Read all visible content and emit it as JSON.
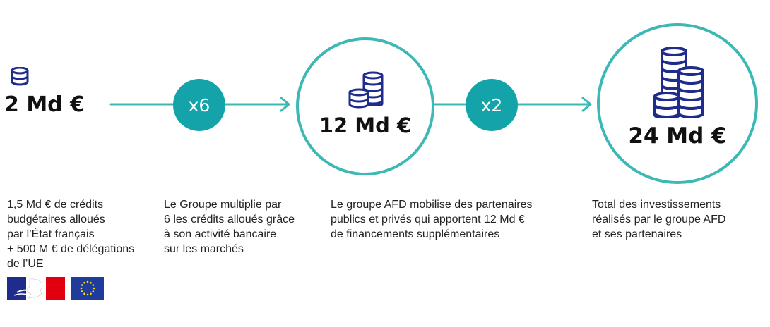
{
  "colors": {
    "teal": "#3cb8b5",
    "badge": "#15a3aa",
    "navy": "#1f2c8c",
    "text": "#222222"
  },
  "steps": [
    {
      "amount": "2 Md €",
      "icon": "single-coin-stack-icon",
      "desc": [
        "1,5 Md € de crédits",
        "budgétaires alloués",
        "par l’État français",
        "+ 500 M € de délégations",
        "de l’UE"
      ]
    },
    {
      "amount": "12 Md €",
      "icon": "coin-stacks-icon",
      "desc": [
        "Le groupe AFD mobilise des partenaires",
        "publics et privés qui apportent 12 Md €",
        "de financements supplémentaires"
      ]
    },
    {
      "amount": "24 Md €",
      "icon": "large-coin-stacks-icon",
      "desc": [
        "Total des investissements",
        "réalisés par le groupe AFD",
        "et ses partenaires"
      ]
    }
  ],
  "multipliers": [
    {
      "label": "x6",
      "desc": [
        "Le Groupe multiplie par",
        "6 les crédits alloués grâce",
        "à son activité bancaire",
        "sur les marchés"
      ]
    },
    {
      "label": "x2"
    }
  ],
  "logos": [
    "republique-francaise-logo",
    "eu-flag-logo"
  ]
}
